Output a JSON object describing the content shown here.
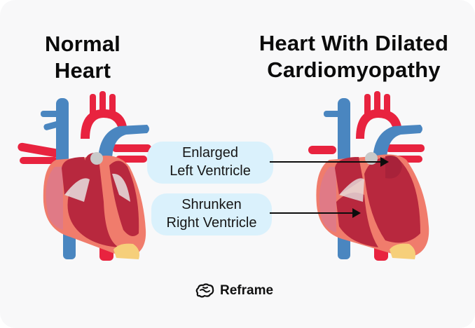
{
  "titles": {
    "normal": [
      "Normal",
      "Heart"
    ],
    "dilated": [
      "Heart With Dilated",
      "Cardiomyopathy"
    ]
  },
  "labels": [
    {
      "lines": [
        "Enlarged",
        "Left Ventricle"
      ]
    },
    {
      "lines": [
        "Shrunken",
        "Right Ventricle"
      ]
    }
  ],
  "brand": {
    "name": "Reframe",
    "icon": "brain-icon"
  },
  "colors": {
    "background": "#f8f8f9",
    "label_pill": "#daf1fc",
    "artery_red": "#e8233f",
    "vein_blue": "#4a86c0",
    "muscle": "#f07c6c",
    "chamber": "#b8283e",
    "fat_yellow": "#f6cf7a"
  }
}
